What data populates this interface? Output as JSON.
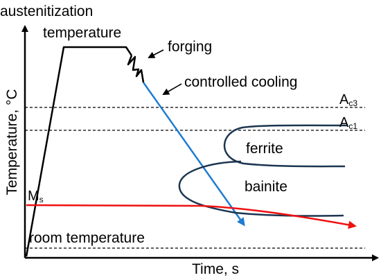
{
  "labels": {
    "austenitization_line1": "austenitization",
    "austenitization_line2": "temperature",
    "forging": "forging",
    "controlled_cooling": "controlled cooling",
    "ac3_main": "A",
    "ac3_sub": "c3",
    "ac1_main": "A",
    "ac1_sub": "c1",
    "ferrite": "ferrite",
    "bainite": "bainite",
    "ms_main": "M",
    "ms_sub": "s",
    "room_temperature": "room temperature",
    "y_axis": "Temperature, °C",
    "x_axis": "Time, s"
  },
  "colors": {
    "axis": "#000000",
    "process_line": "#000000",
    "cooling_arrow": "#1f7bd1",
    "ms_line": "#ee1111",
    "transformation_curves": "#1b3550",
    "dashed_lines": "#000000"
  }
}
